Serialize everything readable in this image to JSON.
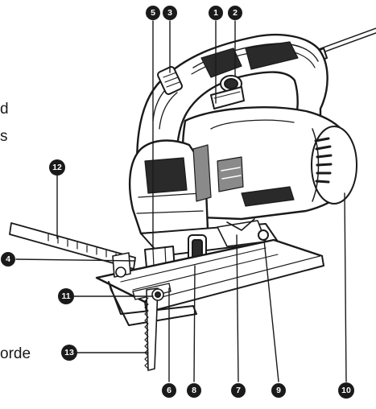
{
  "side_text": {
    "line1": "d",
    "line2": "s",
    "line3": "orde"
  },
  "callouts": [
    {
      "id": "c1",
      "label": "1"
    },
    {
      "id": "c2",
      "label": "2"
    },
    {
      "id": "c3",
      "label": "3"
    },
    {
      "id": "c4",
      "label": "4"
    },
    {
      "id": "c5",
      "label": "5"
    },
    {
      "id": "c6",
      "label": "6"
    },
    {
      "id": "c7",
      "label": "7"
    },
    {
      "id": "c8",
      "label": "8"
    },
    {
      "id": "c9",
      "label": "9"
    },
    {
      "id": "c10",
      "label": "10"
    },
    {
      "id": "c11",
      "label": "11"
    },
    {
      "id": "c12",
      "label": "12"
    },
    {
      "id": "c13",
      "label": "13"
    }
  ],
  "colors": {
    "ink": "#1a1a1a",
    "fill_light": "#ffffff",
    "fill_dark": "#2a2a2a",
    "fill_mid": "#8a8a8a"
  }
}
